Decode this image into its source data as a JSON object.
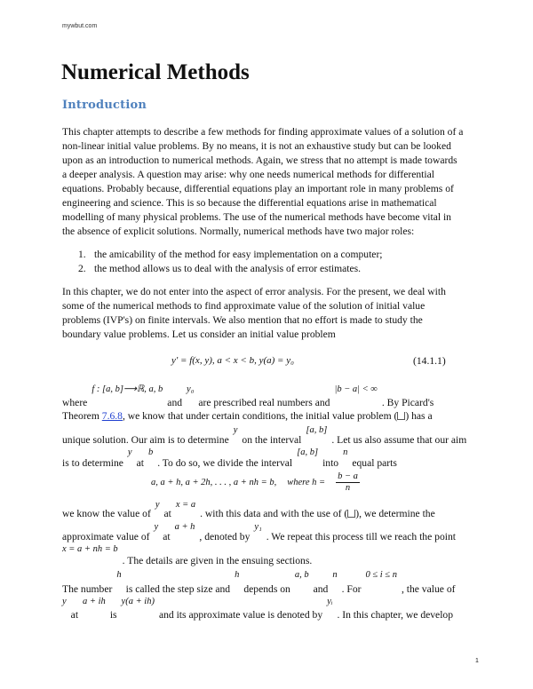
{
  "header": {
    "site": "mywbut.com"
  },
  "title": "Numerical Methods",
  "section": "Introduction",
  "para1": [
    "This chapter attempts to describe a few methods for finding approximate values of a solution of a",
    "non-linear initial value problems. By no means, it is not an exhaustive study but can be looked",
    "upon as an introduction to numerical methods. Again, we stress that no attempt is made towards",
    "a deeper analysis. A question may arise: why one needs numerical methods for differential",
    "equations. Probably because, differential equations play an important role in many problems of",
    "engineering and science. This is so because the differential equations arise in mathematical",
    "modelling of many physical problems. The use of the numerical methods have become vital in",
    "the absence of explicit solutions. Normally, numerical methods have two major roles:"
  ],
  "list": [
    {
      "num": "1.",
      "text": "the amicability of the method for easy implementation on a computer;"
    },
    {
      "num": "2.",
      "text": "the method allows us to deal with the analysis of error estimates."
    }
  ],
  "para2": [
    "In this chapter, we do not enter into the aspect of error analysis. For the present, we deal with",
    "some of the numerical methods to find approximate value of the solution of initial value",
    "problems (IVP's) on finite intervals. We also mention that no effort is made to study the",
    "boundary value problems. Let us consider an initial value problem"
  ],
  "equation": {
    "expr": "y′ = f(x, y),  a < x < b,  y(a) = y₀",
    "label": "(14.1.1)"
  },
  "para3": {
    "l1": {
      "a": "where",
      "m1": "f : [a, b]⟶ℝ, a, b",
      "b": "and",
      "m2": "y₀",
      "c": "are prescribed real numbers and",
      "m3": "|b − a| < ∞",
      "d": ". By Picard's"
    },
    "l2": {
      "a": "Theorem",
      "link": "7.6.8",
      "b": ", we know that under certain conditions, the initial value problem (",
      "c": ") has a"
    },
    "l3": {
      "a": "unique solution. Our aim is to determine",
      "m1": "y",
      "b": "on the interval",
      "m2": "[a, b]",
      "c": ". Let us also assume that our aim"
    },
    "l4": {
      "a": "is to determine",
      "m1": "y",
      "b": "at",
      "m2": "b",
      "c": ". To do so, we divide the interval",
      "m3": "[a, b]",
      "d": "into",
      "m4": "n",
      "e": "equal parts"
    }
  },
  "partition": {
    "expr": "a, a + h, a + 2h, . . . , a + nh = b,",
    "where": "where h =",
    "num": "b − a",
    "den": "n"
  },
  "para4": {
    "l1": {
      "a": "we know the value of",
      "m1": "y",
      "b": "at",
      "m2": "x = a",
      "c": ". with this data and with the use of (",
      "d": "), we determine the"
    },
    "l2": {
      "a": "approximate value of",
      "m1": "y",
      "b": "at",
      "m2": "a + h",
      "c": ", denoted by",
      "m3": "y₁",
      "d": ". We repeat this process till we reach the point"
    },
    "l3": {
      "m1": "x = a + nh = b",
      "a": ". The details are given in the ensuing sections."
    }
  },
  "para5": {
    "l1": {
      "a": "The number",
      "m1": "h",
      "b": "is called the step size and",
      "m2": "h",
      "c": "depends on",
      "m3": "a, b",
      "d": "and",
      "m4": "n",
      "e": ". For",
      "m5": "0 ≤ i ≤ n",
      "f": ", the value of"
    },
    "l2": {
      "m1": "y",
      "a": "at",
      "m2": "a + ih",
      "b": "is",
      "m3": "y(a + ih)",
      "c": "and its approximate value is denoted by",
      "m4": "yᵢ",
      "d": ". In this chapter, we develop"
    }
  },
  "page_number": "1"
}
